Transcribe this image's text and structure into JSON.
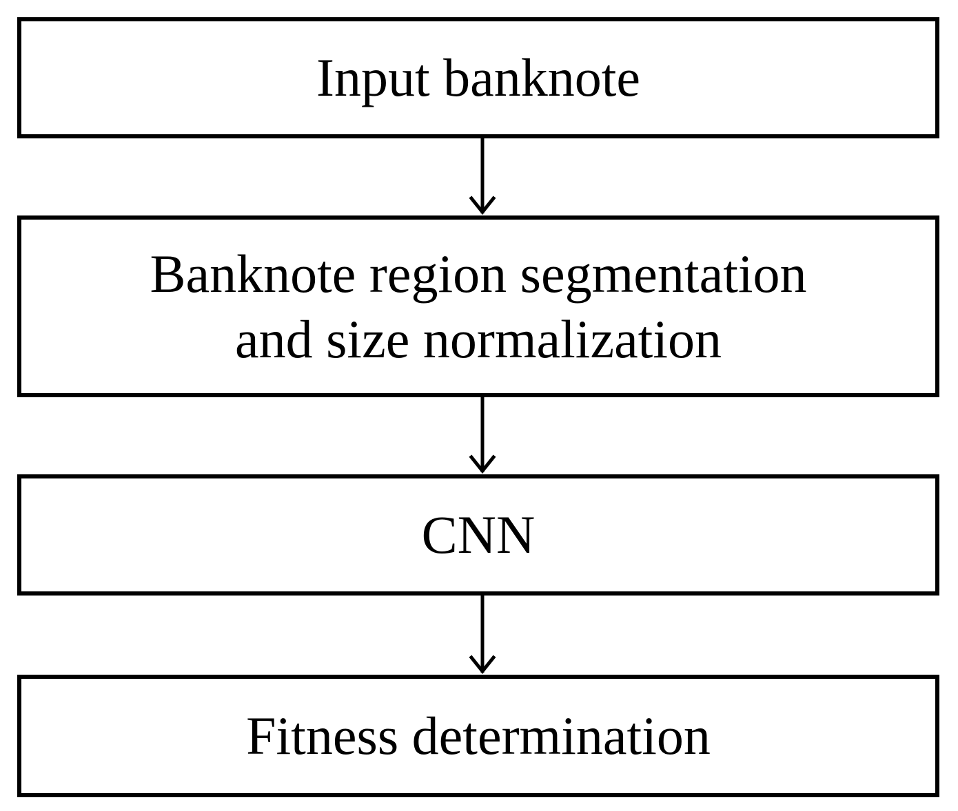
{
  "flowchart": {
    "steps": [
      {
        "label": [
          "Input banknote"
        ]
      },
      {
        "label": [
          "Banknote region segmentation",
          "and size normalization"
        ]
      },
      {
        "label": [
          "CNN"
        ]
      },
      {
        "label": [
          "Fitness determination"
        ]
      }
    ],
    "colors": {
      "stroke": "#000000",
      "fill": "#ffffff",
      "text": "#000000"
    }
  }
}
